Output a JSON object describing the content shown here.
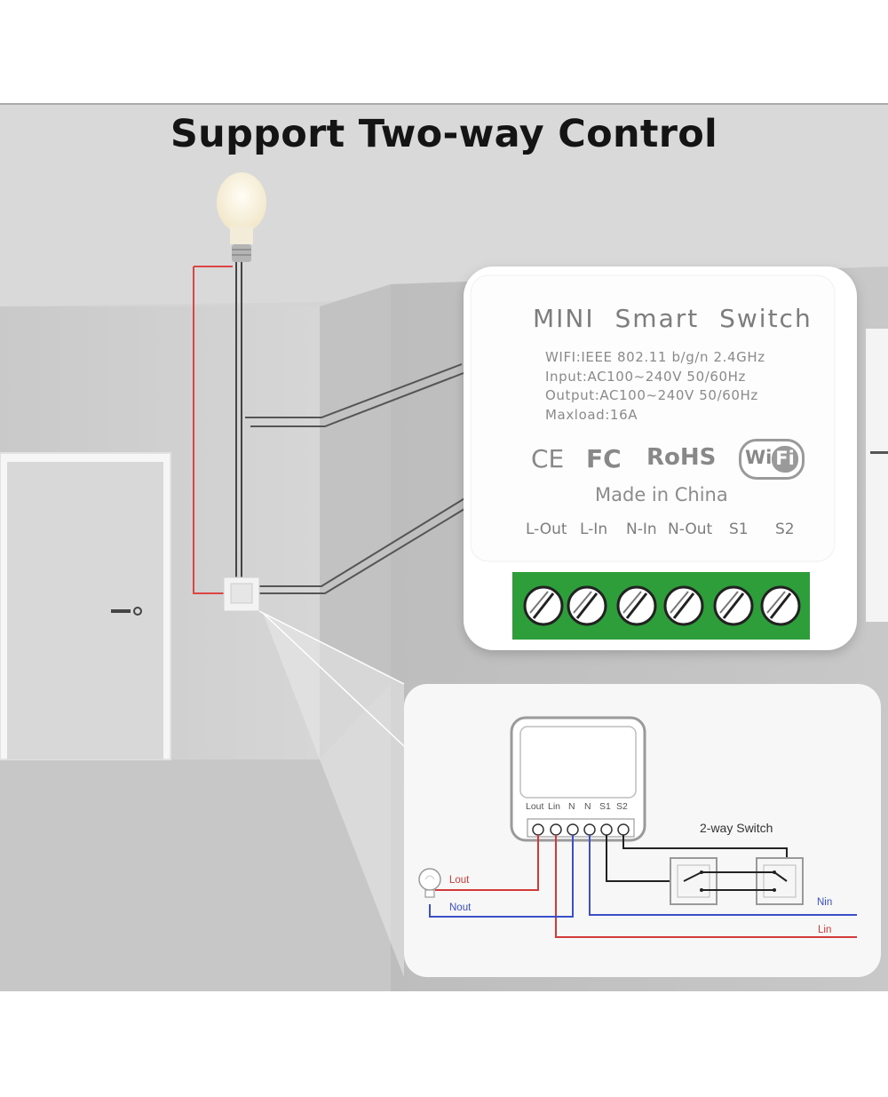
{
  "title": "Support Two-way Control",
  "device": {
    "name": "MINI  Smart  Switch",
    "specs": [
      "WIFI:IEEE 802.11 b/g/n 2.4GHz",
      "Input:AC100~240V 50/60Hz",
      "Output:AC100~240V 50/60Hz",
      "Maxload:16A"
    ],
    "certifications": {
      "ce": "CE",
      "fcc": "FC",
      "rohs": "RoHS",
      "wifi_w": "Wi",
      "wifi_f": "Fi"
    },
    "origin": "Made in China",
    "terminals": [
      "L-Out",
      "L-In",
      "N-In",
      "N-Out",
      "S1",
      "S2"
    ]
  },
  "wiring": {
    "module_terminals": [
      "Lout",
      "Lin",
      "N",
      "N",
      "S1",
      "S2"
    ],
    "switch_label": "2-way Switch",
    "labels": {
      "lout": "Lout",
      "nout": "Nout",
      "nin": "Nin",
      "lin": "Lin"
    },
    "colors": {
      "live": "#d23a3a",
      "neutral": "#3a4fc9",
      "switch_wire": "#222222"
    }
  },
  "colors": {
    "terminal_green": "#2e9e3a",
    "wall": "#cfcfcf",
    "title": "#141414"
  }
}
